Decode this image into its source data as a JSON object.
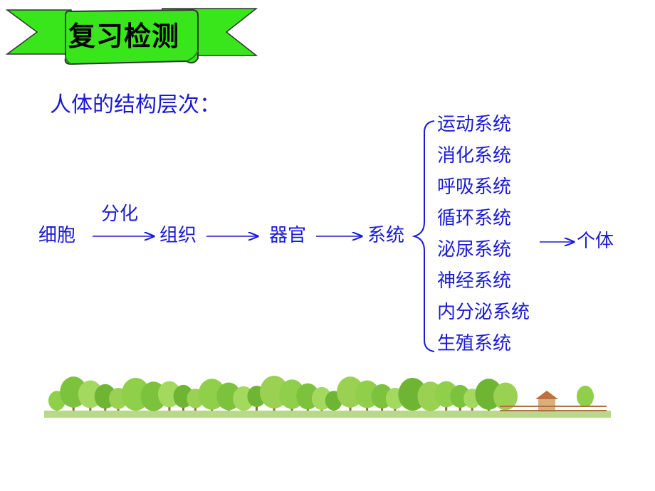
{
  "banner": {
    "title": "复习检测"
  },
  "heading": "人体的结构层次：",
  "flow": {
    "cell": "细胞",
    "differentiation": "分化",
    "tissue": "组织",
    "organ": "器官",
    "system": "系统",
    "individual": "个体"
  },
  "systems": [
    "运动系统",
    "消化系统",
    "呼吸系统",
    "循环系统",
    "泌尿系统",
    "神经系统",
    "内分泌系统",
    "生殖系统"
  ],
  "colors": {
    "banner_green": "#39e61c",
    "text_blue": "#1a1ad6",
    "tree_green": "#8fcf4a",
    "ground": "#b8d98a"
  }
}
